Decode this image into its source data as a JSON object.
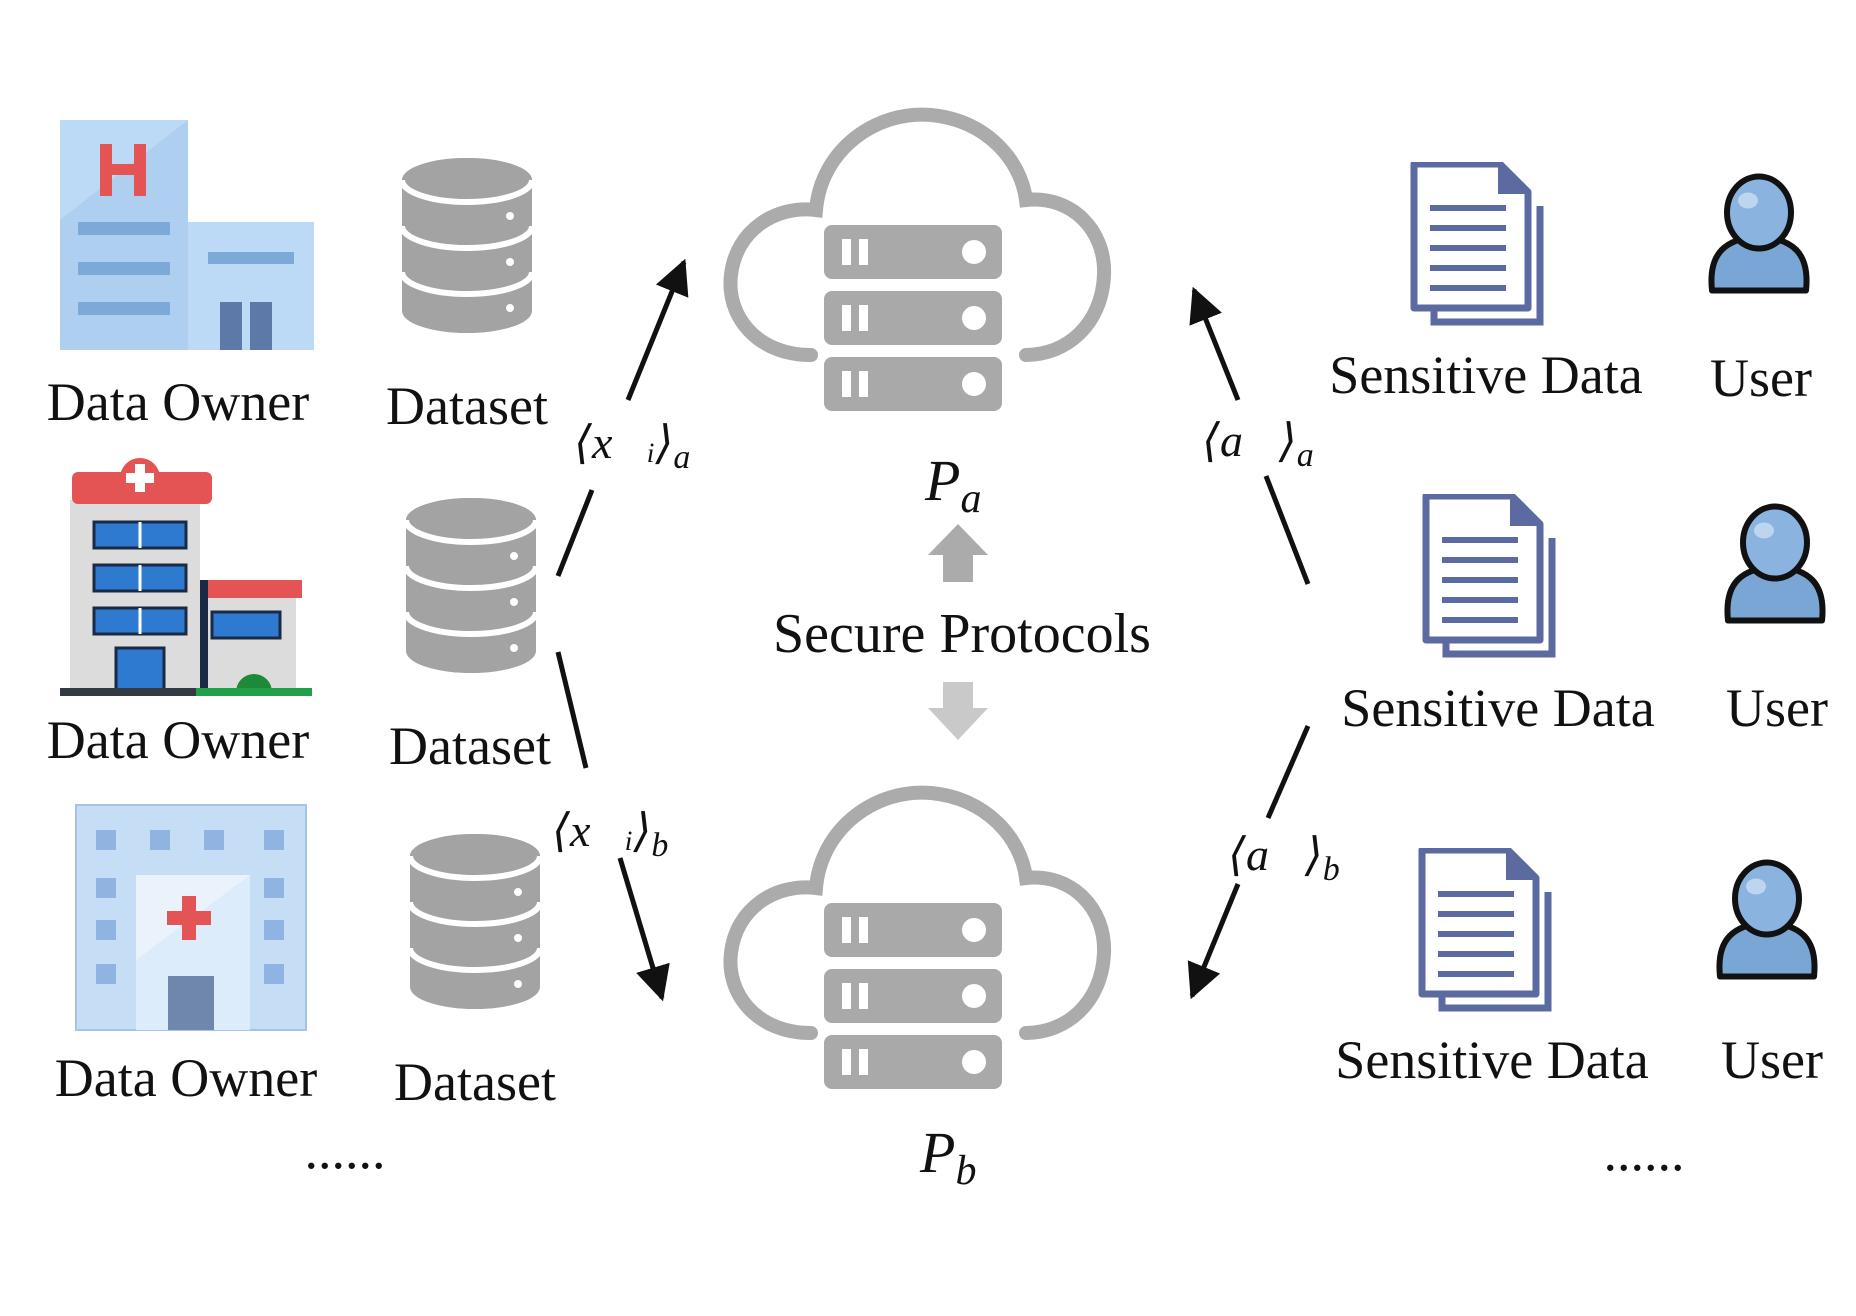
{
  "diagram": {
    "data_owners": [
      {
        "label": "Data Owner",
        "dataset_label": "Dataset"
      },
      {
        "label": "Data Owner",
        "dataset_label": "Dataset"
      },
      {
        "label": "Data Owner",
        "dataset_label": "Dataset"
      }
    ],
    "left_ellipsis": "......",
    "users": [
      {
        "data_label": "Sensitive Data",
        "user_label": "User"
      },
      {
        "data_label": "Sensitive Data",
        "user_label": "User"
      },
      {
        "data_label": "Sensitive Data",
        "user_label": "User"
      }
    ],
    "right_ellipsis": "......",
    "servers": [
      {
        "label": "P",
        "subscript": "a"
      },
      {
        "label": "P",
        "subscript": "b"
      }
    ],
    "center_label": "Secure Protocols",
    "edges": {
      "share_x_a": {
        "text": "⟨x⃗ᵢ⟩",
        "subscript": "a"
      },
      "share_x_b": {
        "text": "⟨x⃗ᵢ⟩",
        "subscript": "b"
      },
      "share_a_a": {
        "text": "⟨a⃗⟩",
        "subscript": "a"
      },
      "share_a_b": {
        "text": "⟨a⃗⟩",
        "subscript": "b"
      }
    }
  },
  "colors": {
    "cloud_gray": "#ababab",
    "document_blue": "#5b6aa0",
    "user_blue": "#7aa6d6",
    "hospital_red": "#e44c4c",
    "building_blue": "#a9cdf0",
    "arrow_black": "#111111"
  }
}
